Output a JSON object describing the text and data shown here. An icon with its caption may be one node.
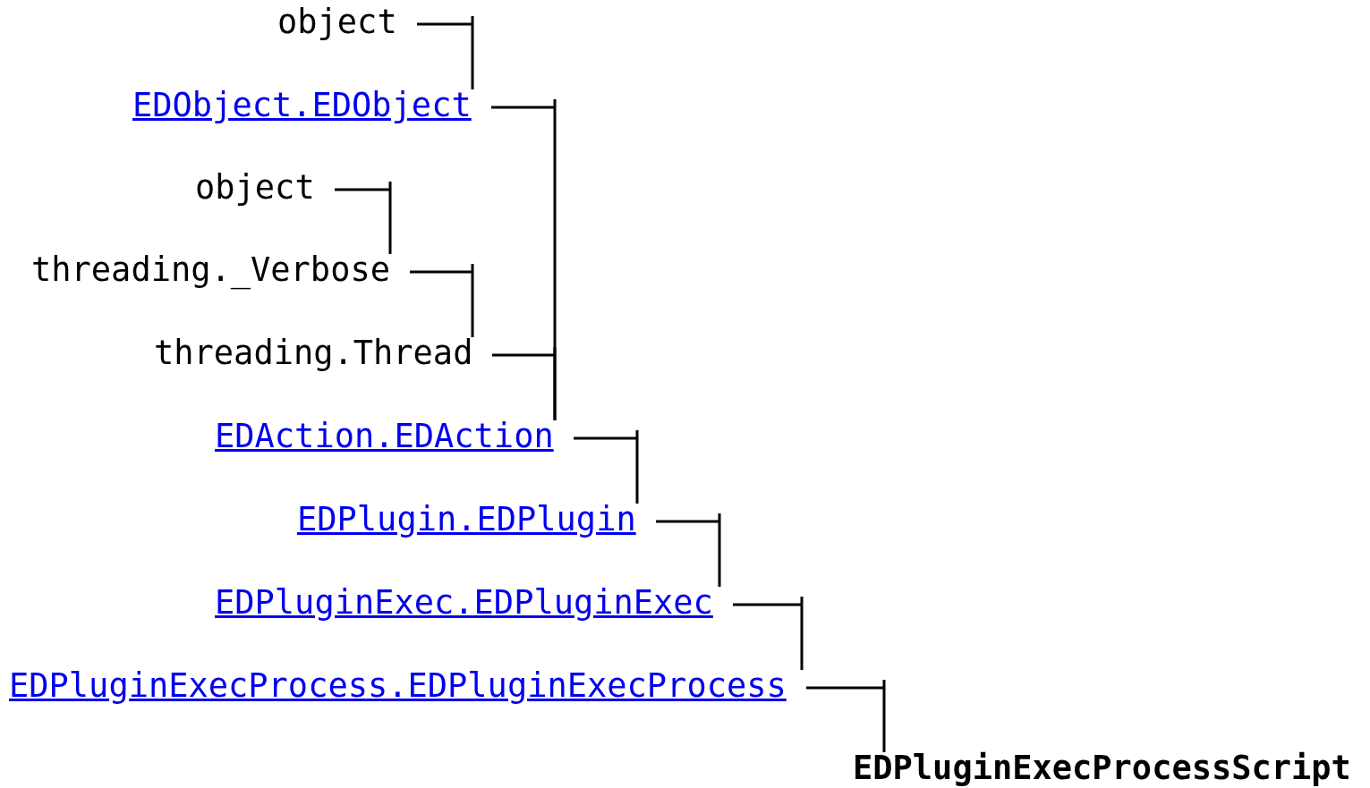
{
  "diagram": {
    "nodes": [
      {
        "text": [
          "object"
        ]
      },
      {
        "text": [
          "EDObject.EDObject"
        ]
      },
      {
        "text": [
          "object"
        ]
      },
      {
        "text": [
          "threading._Verbose"
        ]
      },
      {
        "text": [
          "threading.Thread"
        ]
      },
      {
        "text": [
          "EDAction.EDAction"
        ]
      },
      {
        "text": [
          "EDPlugin.EDPlugin"
        ]
      },
      {
        "text": [
          "EDPluginExec.EDPluginExec"
        ]
      },
      {
        "text": [
          "EDPluginExecProcess.EDPluginExecProcess"
        ]
      },
      {
        "text": [
          "EDPluginExecProcessScript"
        ]
      }
    ],
    "edges": [
      {
        "from": 0,
        "to": 1,
        "arrow": "none"
      },
      {
        "from": 1,
        "to": 5,
        "arrow": "none"
      },
      {
        "from": 2,
        "to": 3,
        "arrow": "none"
      },
      {
        "from": 3,
        "to": 4,
        "arrow": "none"
      },
      {
        "from": 4,
        "to": 5,
        "arrow": "none"
      },
      {
        "from": 5,
        "to": 6,
        "arrow": "none"
      },
      {
        "from": 6,
        "to": 7,
        "arrow": "none"
      },
      {
        "from": 7,
        "to": 8,
        "arrow": "none"
      },
      {
        "from": 8,
        "to": 9,
        "arrow": "none"
      }
    ]
  }
}
